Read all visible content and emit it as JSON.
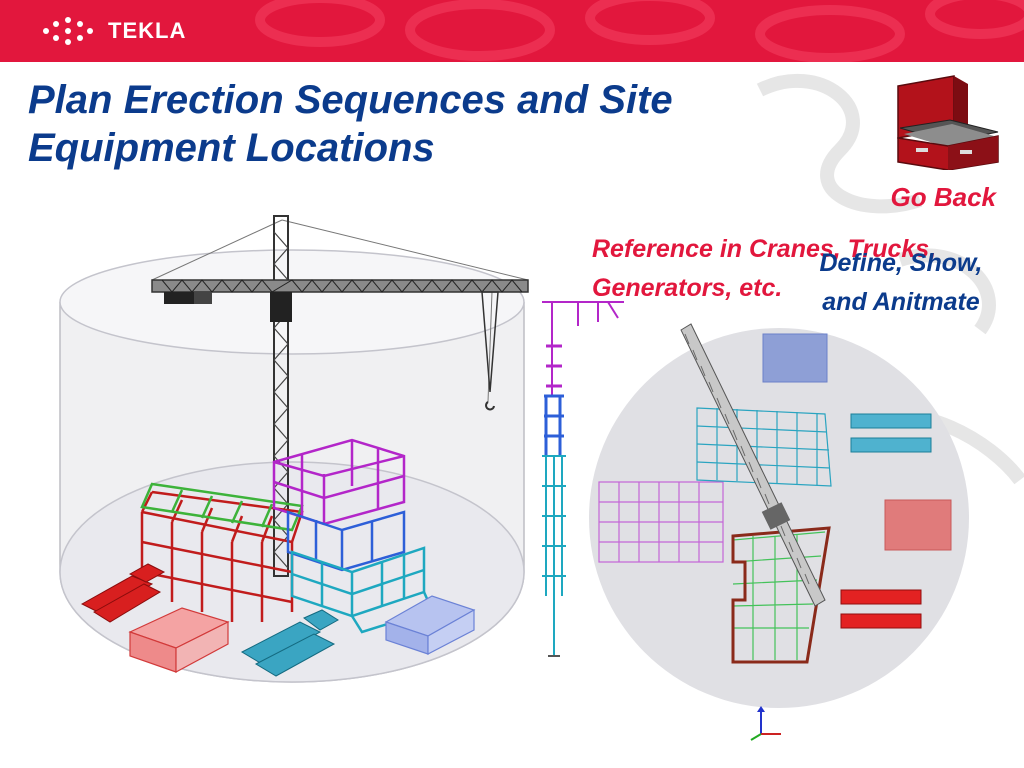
{
  "brand": {
    "logo_text": "TEKLA",
    "logo_icon": "tekla-logo-icon",
    "colors": {
      "bar": "#e2173d",
      "title": "#0b3b8c",
      "accent": "#e2173d"
    }
  },
  "title": {
    "line1": "Plan Erection Sequences and Site",
    "line2": "Equipment Locations"
  },
  "nav": {
    "go_back": "Go Back"
  },
  "captions": {
    "reference_line1": "Reference in Cranes, Trucks,",
    "reference_line2": "Generators, etc.",
    "animate_line1": "Define, Show,",
    "animate_line2": "and Anitmate"
  },
  "icons": {
    "toolbox": "toolbox-icon",
    "crane": "tower-crane-icon",
    "axis": "axis-gizmo-icon"
  }
}
